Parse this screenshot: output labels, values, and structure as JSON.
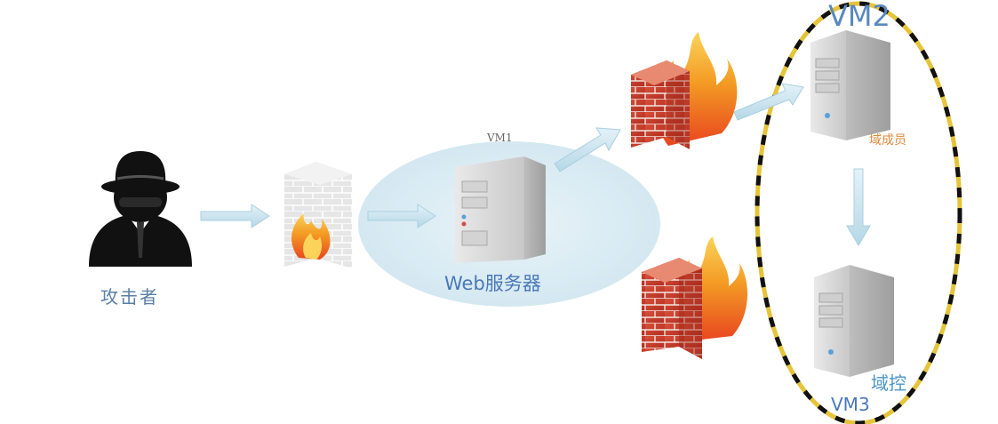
{
  "labels": {
    "attacker": "攻击者",
    "vm1": "VM1",
    "web_server": "Web服务器",
    "vm2": "VM2",
    "domain_member": "域成员",
    "domain_controller": "域控",
    "vm3": "VM3"
  },
  "icons": [
    "attacker-icon",
    "firewall-icon",
    "server-icon",
    "arrow-icon"
  ],
  "colors": {
    "label_blue": "#4a78b8",
    "member_orange": "#e08a3a",
    "ellipse_yellow": "#e6c43a",
    "ellipse_black": "#111111",
    "vm1_ellipse": "#d6e9f2",
    "arrow_fill": "#cfe6f0",
    "brick_red": "#c23a2a"
  }
}
